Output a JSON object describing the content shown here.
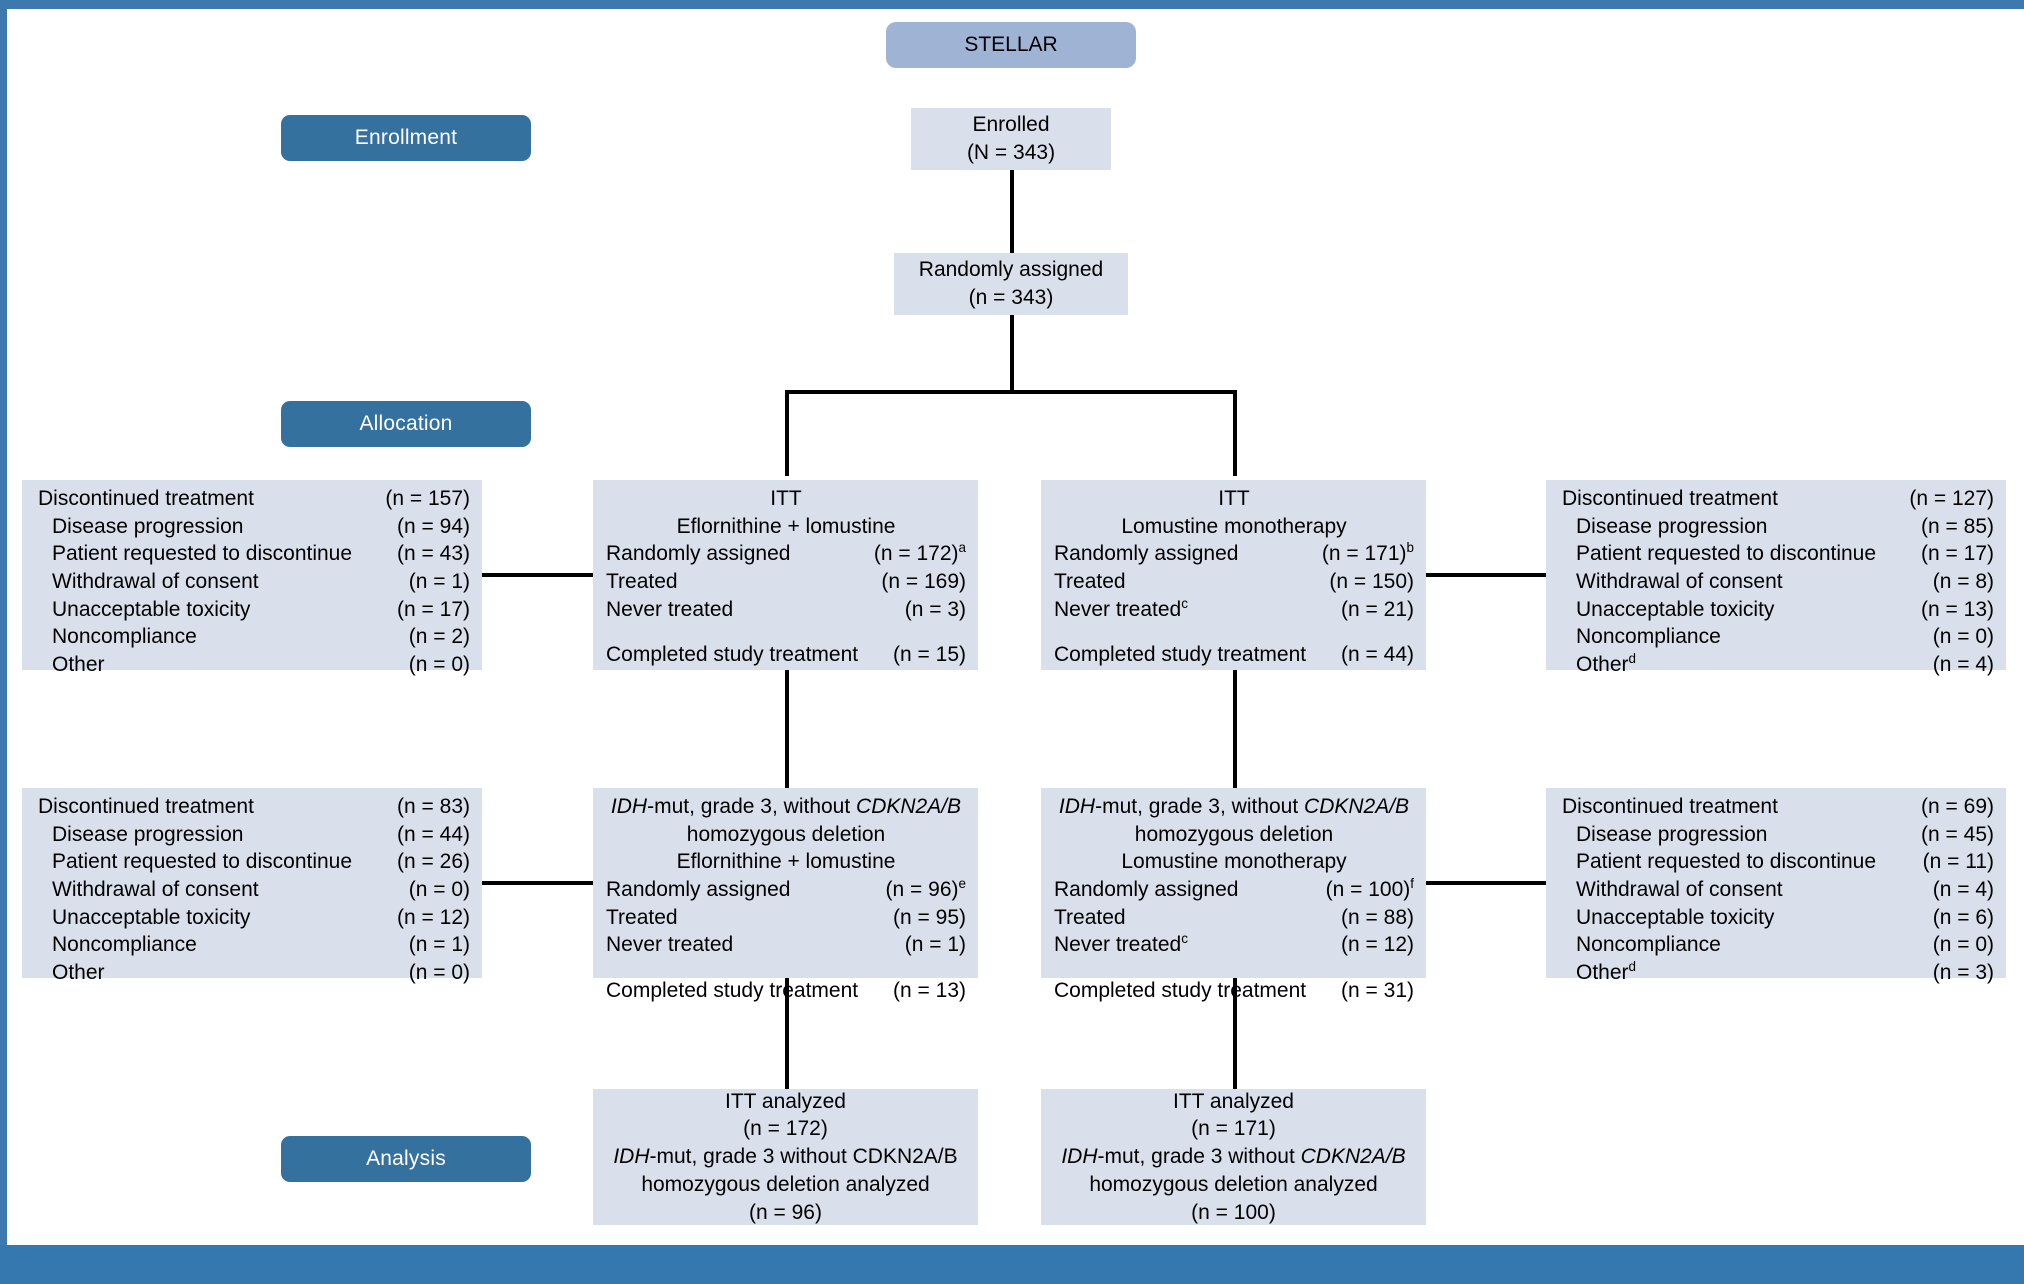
{
  "frame": {
    "accent_color": "#3578b0",
    "box_fill": "#d9e0ec",
    "header_box_fill": "#9fb3d4",
    "pill_fill": "#35719f"
  },
  "stage_labels": {
    "enrollment": "Enrollment",
    "allocation": "Allocation",
    "analysis": "Analysis"
  },
  "trial": {
    "name": "STELLAR"
  },
  "enrolled": {
    "line1": "Enrolled",
    "line2": "(N = 343)"
  },
  "randomized": {
    "line1": "Randomly assigned",
    "line2": "(n = 343)"
  },
  "itt_left": {
    "title": "ITT",
    "subtitle": "Eflornithine + lomustine",
    "rows": [
      {
        "label": "Randomly assigned",
        "value": "(n = 172)",
        "sup": "a"
      },
      {
        "label": "Treated",
        "value": "(n = 169)",
        "sup": ""
      },
      {
        "label": "Never treated",
        "value": "(n = 3)",
        "sup": ""
      }
    ],
    "completed_label": "Completed study treatment",
    "completed_value": "(n = 15)"
  },
  "itt_right": {
    "title": "ITT",
    "subtitle": "Lomustine monotherapy",
    "rows": [
      {
        "label": "Randomly assigned",
        "value": "(n = 171)",
        "sup": "b"
      },
      {
        "label": "Treated",
        "value": "(n = 150)",
        "sup": ""
      },
      {
        "label": "Never treated",
        "label_sup": "c",
        "value": "(n = 21)",
        "sup": ""
      }
    ],
    "completed_label": "Completed study treatment",
    "completed_value": "(n = 44)"
  },
  "disc_top_left": {
    "header_label": "Discontinued treatment",
    "header_value": "(n = 157)",
    "rows": [
      {
        "label": "Disease progression",
        "value": "(n = 94)"
      },
      {
        "label": "Patient requested to discontinue",
        "value": "(n = 43)"
      },
      {
        "label": "Withdrawal of consent",
        "value": "(n = 1)"
      },
      {
        "label": "Unacceptable toxicity",
        "value": "(n = 17)"
      },
      {
        "label": "Noncompliance",
        "value": "(n = 2)"
      },
      {
        "label": "Other",
        "value": "(n = 0)",
        "sup": ""
      }
    ]
  },
  "disc_top_right": {
    "header_label": "Discontinued treatment",
    "header_value": "(n = 127)",
    "rows": [
      {
        "label": "Disease progression",
        "value": "(n = 85)"
      },
      {
        "label": "Patient requested to discontinue",
        "value": "(n = 17)"
      },
      {
        "label": "Withdrawal of consent",
        "value": "(n = 8)"
      },
      {
        "label": "Unacceptable toxicity",
        "value": "(n = 13)"
      },
      {
        "label": "Noncompliance",
        "value": "(n = 0)"
      },
      {
        "label": "Other",
        "value": "(n = 4)",
        "sup": "d"
      }
    ]
  },
  "sub_left": {
    "title_a": "IDH",
    "title_b": "-mut, grade 3, without ",
    "title_c": "CDKN2A/B",
    "title_line2": "homozygous deletion",
    "subtitle": "Eflornithine + lomustine",
    "rows": [
      {
        "label": "Randomly assigned",
        "value": "(n = 96)",
        "sup": "e"
      },
      {
        "label": "Treated",
        "value": "(n = 95)",
        "sup": ""
      },
      {
        "label": "Never treated",
        "value": "(n = 1)",
        "sup": ""
      }
    ],
    "completed_label": "Completed study treatment",
    "completed_value": "(n = 13)"
  },
  "sub_right": {
    "title_a": "IDH",
    "title_b": "-mut, grade 3, without ",
    "title_c": "CDKN2A/B",
    "title_line2": "homozygous deletion",
    "subtitle": "Lomustine monotherapy",
    "rows": [
      {
        "label": "Randomly assigned",
        "value": "(n = 100)",
        "sup": "f"
      },
      {
        "label": "Treated",
        "value": "(n = 88)",
        "sup": ""
      },
      {
        "label": "Never treated",
        "label_sup": "c",
        "value": "(n = 12)",
        "sup": ""
      }
    ],
    "completed_label": "Completed study treatment",
    "completed_value": "(n = 31)"
  },
  "disc_bot_left": {
    "header_label": "Discontinued treatment",
    "header_value": "(n = 83)",
    "rows": [
      {
        "label": "Disease progression",
        "value": "(n = 44)"
      },
      {
        "label": "Patient requested to discontinue",
        "value": "(n = 26)"
      },
      {
        "label": "Withdrawal of consent",
        "value": "(n = 0)"
      },
      {
        "label": "Unacceptable toxicity",
        "value": "(n = 12)"
      },
      {
        "label": "Noncompliance",
        "value": "(n = 1)"
      },
      {
        "label": "Other",
        "value": "(n = 0)",
        "sup": ""
      }
    ]
  },
  "disc_bot_right": {
    "header_label": "Discontinued treatment",
    "header_value": "(n = 69)",
    "rows": [
      {
        "label": "Disease progression",
        "value": "(n = 45)"
      },
      {
        "label": "Patient requested to discontinue",
        "value": "(n = 11)"
      },
      {
        "label": "Withdrawal of consent",
        "value": "(n = 4)"
      },
      {
        "label": "Unacceptable toxicity",
        "value": "(n = 6)"
      },
      {
        "label": "Noncompliance",
        "value": "(n = 0)"
      },
      {
        "label": "Other",
        "value": "(n = 3)",
        "sup": "d"
      }
    ]
  },
  "analysis_left": {
    "line1": "ITT analyzed",
    "line2": "(n = 172)",
    "line3_a": "IDH",
    "line3_b": "-mut, grade 3 without CDKN2A/B",
    "line4": "homozygous deletion analyzed",
    "line5": "(n = 96)"
  },
  "analysis_right": {
    "line1": "ITT analyzed",
    "line2": "(n = 171)",
    "line3_a": "IDH",
    "line3_b": "-mut, grade 3 without ",
    "line3_c": "CDKN2A/B",
    "line4": "homozygous deletion analyzed",
    "line5": "(n = 100)"
  }
}
